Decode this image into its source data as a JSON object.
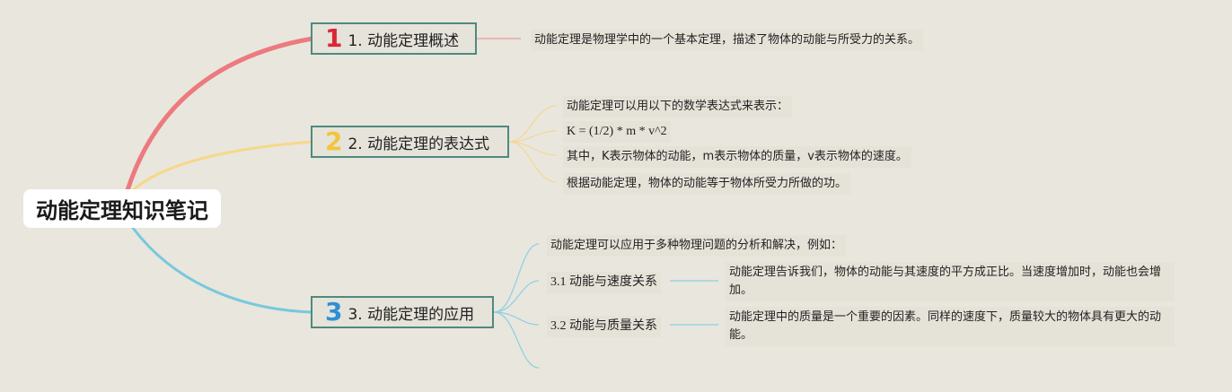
{
  "root": {
    "title": "动能定理知识笔记"
  },
  "branches": [
    {
      "num": "1",
      "label": "1. 动能定理概述",
      "color": "#d9283a"
    },
    {
      "num": "2",
      "label": "2. 动能定理的表达式",
      "color": "#f2c53d"
    },
    {
      "num": "3",
      "label": "3. 动能定理的应用",
      "color": "#2e8fd6"
    }
  ],
  "overview": {
    "text": "动能定理是物理学中的一个基本定理，描述了物体的动能与所受力的关系。"
  },
  "expression": {
    "items": [
      "动能定理可以用以下的数学表达式来表示：",
      "K = (1/2) * m * v^2",
      "其中，K表示物体的动能，m表示物体的质量，v表示物体的速度。",
      "根据动能定理，物体的动能等于物体所受力所做的功。"
    ]
  },
  "application": {
    "intro": "动能定理可以应用于多种物理问题的分析和解决，例如：",
    "subs": [
      {
        "label": "3.1 动能与速度关系",
        "detail": "动能定理告诉我们，物体的动能与其速度的平方成正比。当速度增加时，动能也会增加。"
      },
      {
        "label": "3.2 动能与质量关系",
        "detail": "动能定理中的质量是一个重要的因素。同样的速度下，质量较大的物体具有更大的动能。"
      }
    ]
  },
  "colors": {
    "link1": "#ec7a7e",
    "link2": "#f6d88a",
    "link3": "#79c8de",
    "branchBorder": "#4e8a80"
  }
}
